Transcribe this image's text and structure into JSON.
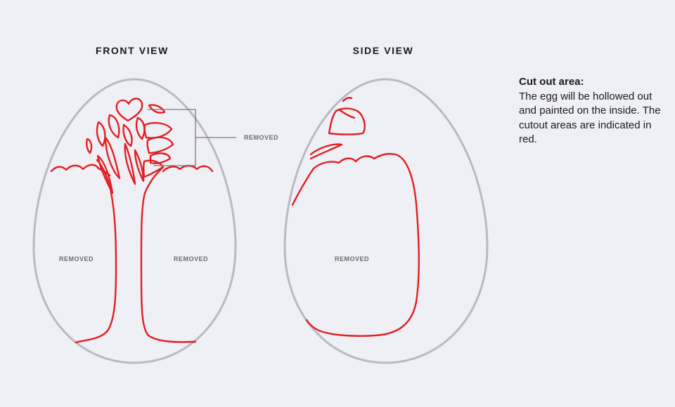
{
  "views": {
    "front_title": "FRONT VIEW",
    "side_title": "SIDE VIEW"
  },
  "labels": {
    "front_left": "REMOVED",
    "front_right": "REMOVED",
    "front_callout": "REMOVED",
    "side_center": "REMOVED"
  },
  "note": {
    "heading": "Cut out area:",
    "body": "The egg will be hollowed out and painted on the inside. The cutout areas are indicated in red."
  },
  "colors": {
    "cutout": "#e31e24",
    "egg_outline": "#b9b9c3",
    "callout": "#7a7a7a",
    "background": "#eff0f5"
  }
}
